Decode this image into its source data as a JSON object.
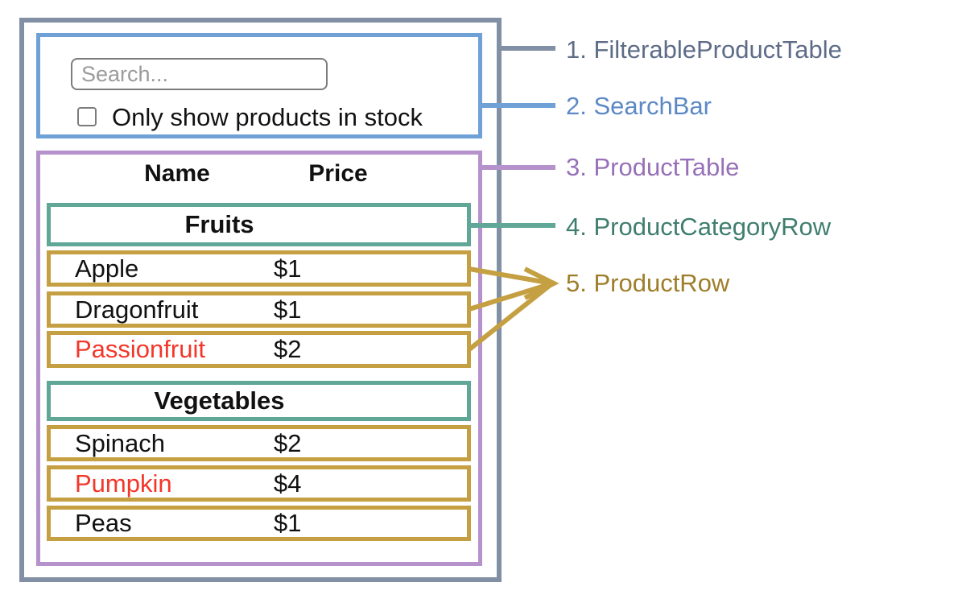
{
  "search_bar": {
    "input_placeholder": "Search...",
    "input_value": "",
    "checkbox_label": "Only show products in stock",
    "checkbox_checked": false
  },
  "product_table": {
    "headers": {
      "name": "Name",
      "price": "Price"
    },
    "sections": [
      {
        "category": "Fruits",
        "rows": [
          {
            "name": "Apple",
            "price": "$1",
            "out_of_stock": false
          },
          {
            "name": "Dragonfruit",
            "price": "$1",
            "out_of_stock": false
          },
          {
            "name": "Passionfruit",
            "price": "$2",
            "out_of_stock": true
          }
        ]
      },
      {
        "category": "Vegetables",
        "rows": [
          {
            "name": "Spinach",
            "price": "$2",
            "out_of_stock": false
          },
          {
            "name": "Pumpkin",
            "price": "$4",
            "out_of_stock": true
          },
          {
            "name": "Peas",
            "price": "$1",
            "out_of_stock": false
          }
        ]
      }
    ]
  },
  "annotations": {
    "labels": [
      {
        "text": "1. FilterableProductTable",
        "color": "#5e6c88"
      },
      {
        "text": "2. SearchBar",
        "color": "#5c89c6"
      },
      {
        "text": "3. ProductTable",
        "color": "#9770b8"
      },
      {
        "text": "4. ProductCategoryRow",
        "color": "#3f7e6e"
      },
      {
        "text": "5. ProductRow",
        "color": "#9e7e2a"
      }
    ]
  },
  "colors": {
    "filterable_product_table_border": "#8290a6",
    "search_bar_border": "#6fa0d6",
    "product_table_border": "#b592cb",
    "product_category_row_border": "#60a797",
    "product_row_border": "#c5a042",
    "out_of_stock_text": "#f2372a"
  }
}
